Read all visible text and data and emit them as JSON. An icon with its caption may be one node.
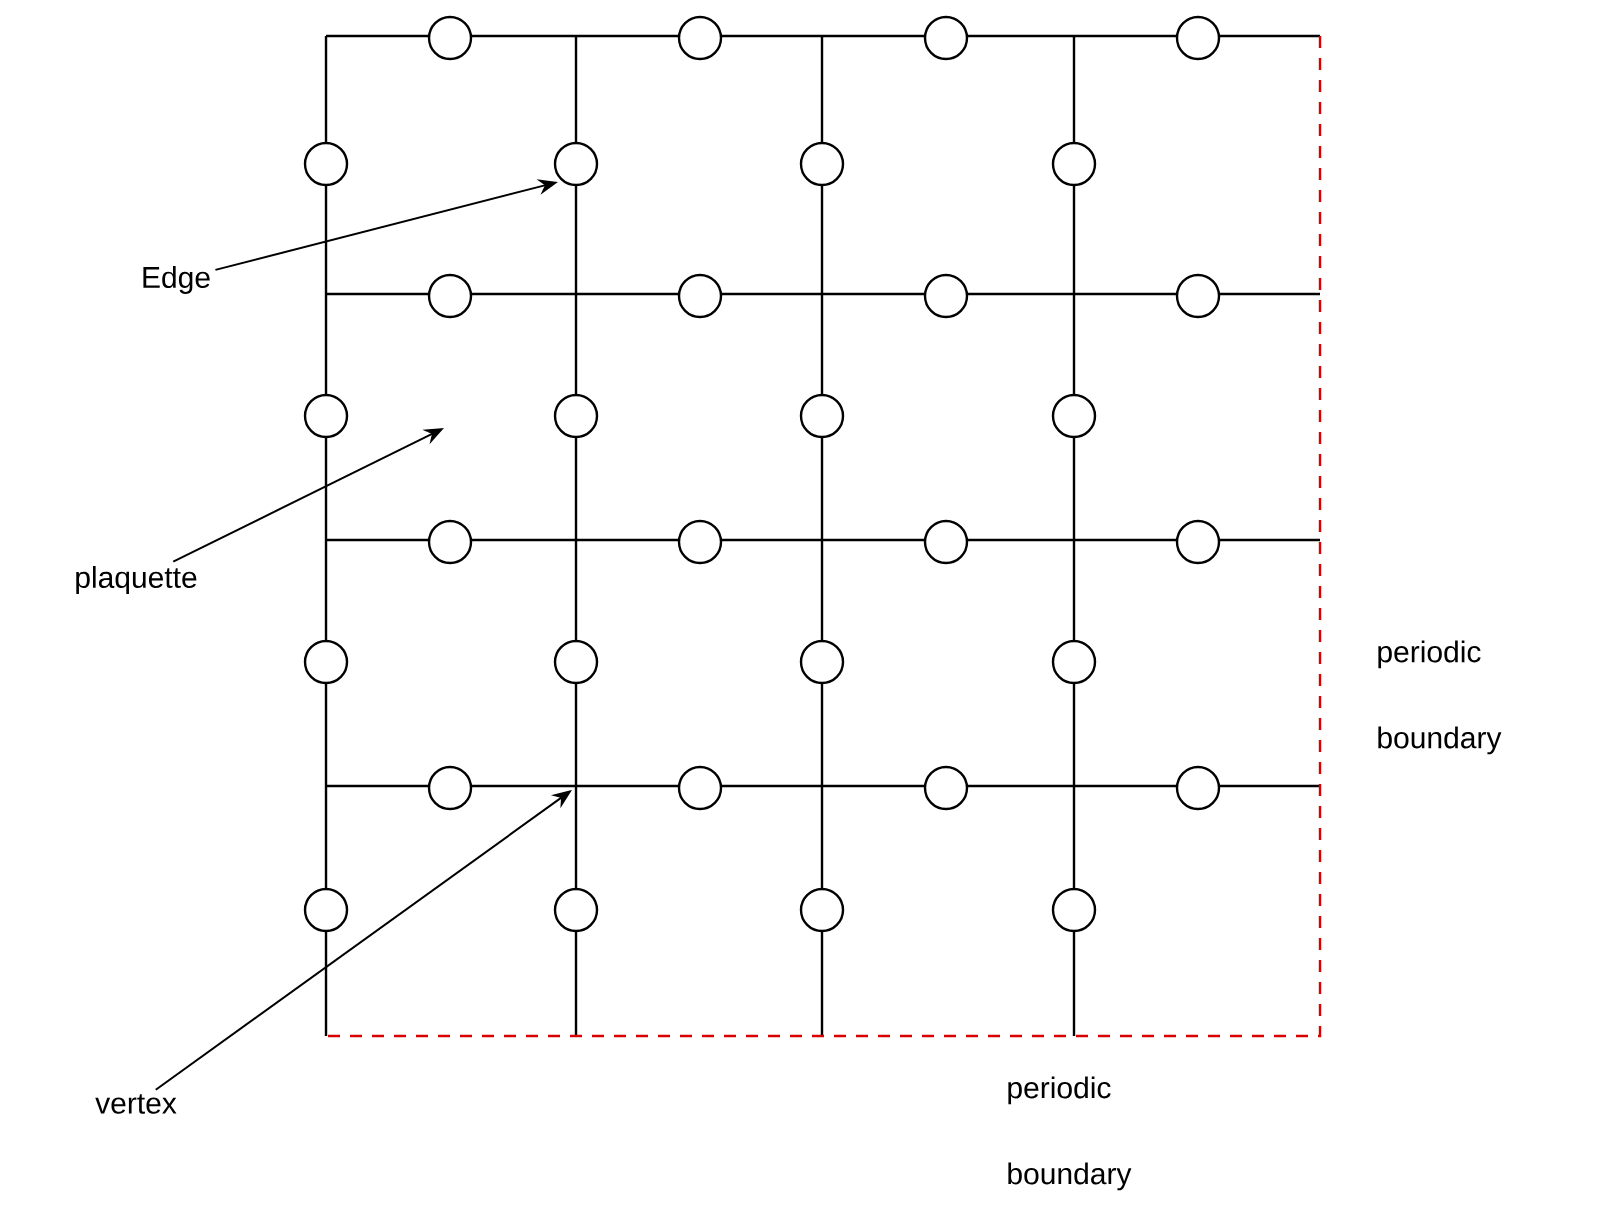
{
  "diagram": {
    "nodes": [
      {
        "text": [
          "Edge"
        ]
      },
      {
        "text": [
          "plaquette"
        ]
      },
      {
        "text": [
          "vertex"
        ]
      }
    ],
    "edges": [
      {
        "from": 0,
        "to": null,
        "arrow": "to"
      },
      {
        "from": 1,
        "to": null,
        "arrow": "to"
      },
      {
        "from": 2,
        "to": null,
        "arrow": "to"
      }
    ],
    "labels": [
      "periodic boundary",
      "periodic boundary"
    ]
  }
}
